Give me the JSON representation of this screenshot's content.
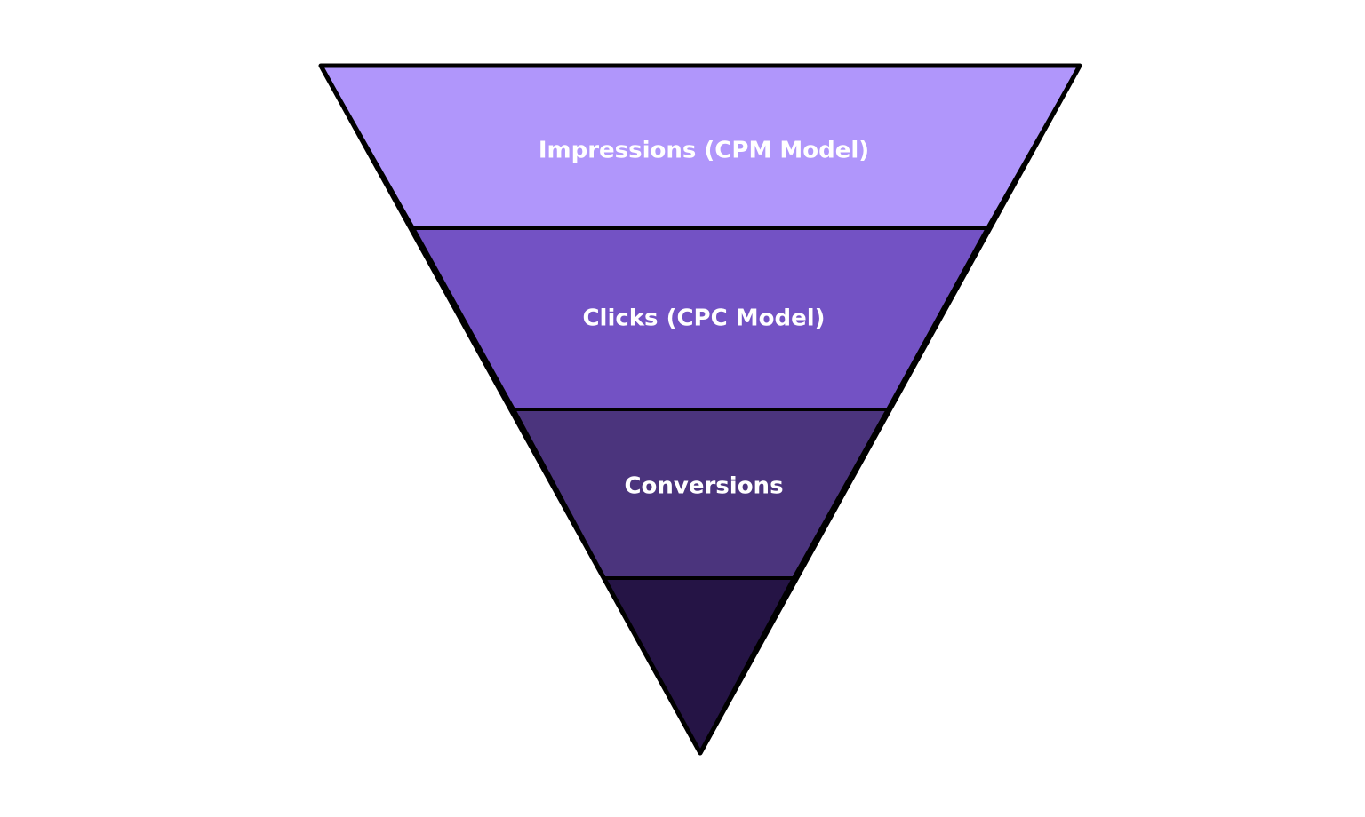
{
  "funnel": {
    "stages": [
      {
        "label": "Impressions (CPM Model)",
        "color": "#b096fb"
      },
      {
        "label": "Clicks (CPC Model)",
        "color": "#7352c4"
      },
      {
        "label": "Conversions",
        "color": "#4b347d"
      },
      {
        "label": "",
        "color": "#251445"
      }
    ]
  }
}
